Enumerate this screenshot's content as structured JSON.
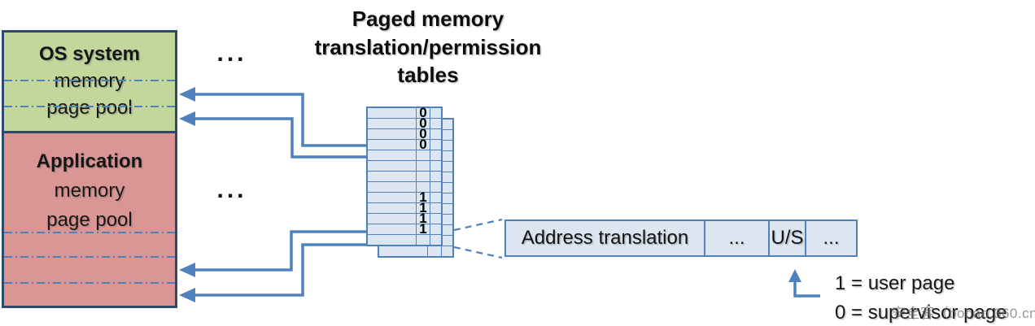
{
  "diagram_title": {
    "line1": "Paged memory",
    "line2": "translation/permission",
    "line3": "tables"
  },
  "pools": {
    "os": {
      "title": "OS system",
      "line2": "memory",
      "line3": "page pool"
    },
    "app": {
      "title": "Application",
      "line2": "memory",
      "line3": "page pool"
    }
  },
  "ellipsis": {
    "top": "...",
    "bottom": "..."
  },
  "page_table": {
    "rows": [
      {
        "flag": "0"
      },
      {
        "flag": "0"
      },
      {
        "flag": "0"
      },
      {
        "flag": "0"
      },
      {
        "flag": ""
      },
      {
        "flag": ""
      },
      {
        "flag": ""
      },
      {
        "flag": ""
      },
      {
        "flag": "1"
      },
      {
        "flag": "1"
      },
      {
        "flag": "1"
      },
      {
        "flag": "1"
      },
      {
        "flag": ""
      }
    ]
  },
  "entry_row": {
    "address": "Address translation",
    "dots1": "...",
    "us": "U/S",
    "dots2": "..."
  },
  "legend": {
    "user": "1 = user page",
    "supervisor": "0 = supervisor page"
  },
  "watermark": "安全客（bobao.360.cn）",
  "colors": {
    "accent_blue": "#4f81bd",
    "table_cell_fill": "#dce6f1",
    "os_pool_green": "#c3d69b",
    "app_pool_red": "#d99694",
    "pool_border_dark": "#2e4a6b",
    "text_black": "#161616"
  }
}
